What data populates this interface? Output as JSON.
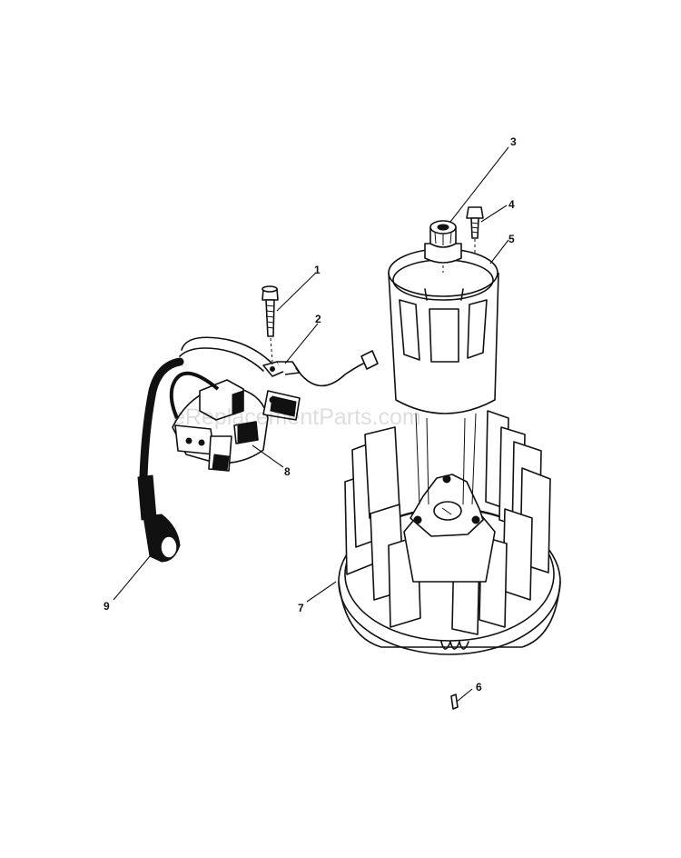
{
  "watermark": "eReplacementParts.com",
  "callouts": {
    "c1": "1",
    "c2": "2",
    "c3": "3",
    "c4": "4",
    "c5": "5",
    "c6": "6",
    "c7": "7",
    "c8": "8",
    "c9": "9"
  },
  "icons": {
    "part1": "screw-icon",
    "part2": "ground-terminal-icon",
    "part3": "flywheel-nut-icon",
    "part4": "screw-icon",
    "part5": "rotating-screen-icon",
    "part6": "flywheel-key-icon",
    "part7": "flywheel-icon",
    "part8": "ignition-module-icon",
    "part9": "spark-plug-boot-icon"
  }
}
